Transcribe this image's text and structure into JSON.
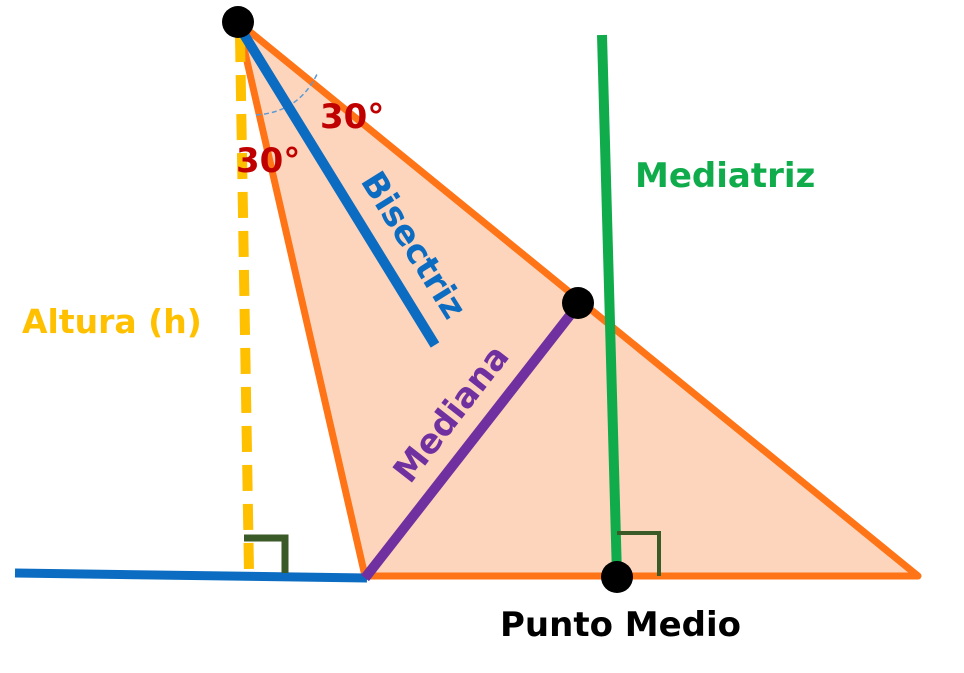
{
  "labels": {
    "angle_upper": "30°",
    "angle_lower": "30°",
    "bisector": "Bisectriz",
    "mediatrix": "Mediatriz",
    "height": "Altura (h)",
    "median": "Mediana",
    "midpoint": "Punto Medio"
  },
  "colors": {
    "triangle_fill": "#fdd5bc",
    "triangle_stroke": "#ff7416",
    "bisector": "#0b6cc2",
    "mediatrix": "#10ac4c",
    "height": "#ffc000",
    "median": "#7030a0",
    "angle_label": "#c00000",
    "right_angle_mark": "#3a5a27",
    "base_extension": "#0b6cc2",
    "points": "#000000",
    "midpoint_label": "#000000"
  }
}
